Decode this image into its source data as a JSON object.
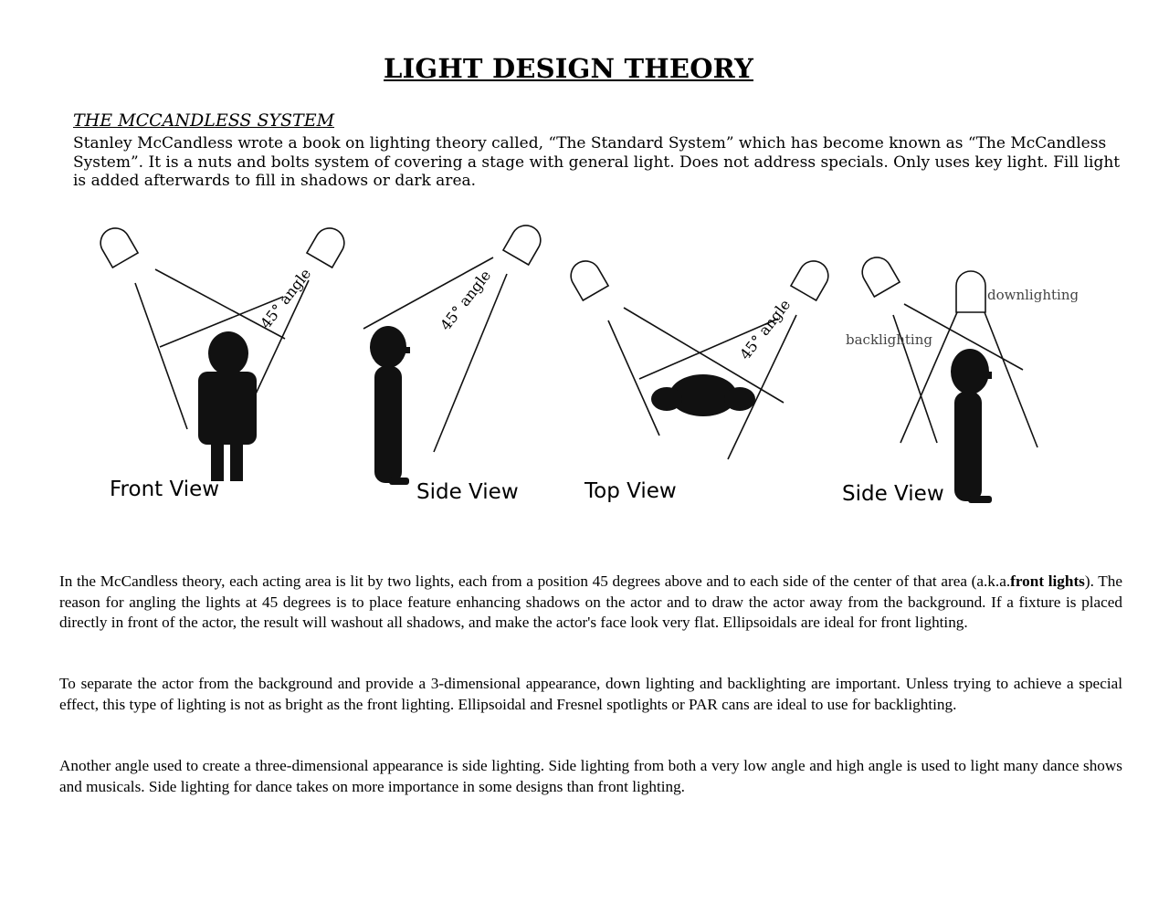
{
  "header": {
    "title": "LIGHT DESIGN THEORY",
    "subtitle": "THE MCCANDLESS SYSTEM",
    "intro": "Stanley McCandless wrote a book on lighting theory called, “The Standard System” which has become known as “The McCandless System”.  It is a nuts and bolts system of covering a stage with general light.  Does not address specials.  Only uses key light.  Fill light is added afterwards to fill in shadows or dark area."
  },
  "diagram": {
    "labels": {
      "front_view": "Front View",
      "side_view_1": "Side View",
      "top_view": "Top View",
      "side_view_2": "Side View",
      "angle_1": "45° angle",
      "angle_2": "45° angle",
      "angle_3": "45° angle",
      "downlighting": "downlighting",
      "backlighting": "backlighting"
    }
  },
  "body": {
    "p1_before": "In the McCandless theory, each acting area is lit by two lights, each from a position 45 degrees above and to each side of the center of that area (a.k.a.",
    "p1_bold": "front lights",
    "p1_after": "). The reason for angling the lights at 45 degrees is to place feature enhancing shadows on the actor and to draw the actor away from the background. If a fixture is placed directly in front of the actor, the result will washout all shadows, and make the actor's face look very flat. Ellipsoidals are ideal for front lighting.",
    "p2": "To separate the actor from the background and provide a 3-dimensional appearance, down lighting and backlighting are important. Unless trying to achieve a special effect, this type of lighting is not as bright as the front lighting. Ellipsoidal and Fresnel spotlights or PAR cans are ideal to use for backlighting.",
    "p3": "Another angle used to create a three-dimensional appearance is side lighting. Side lighting from both a very low angle and high angle is used to light many dance shows and musicals. Side lighting for dance takes on more importance in some designs than front lighting."
  }
}
